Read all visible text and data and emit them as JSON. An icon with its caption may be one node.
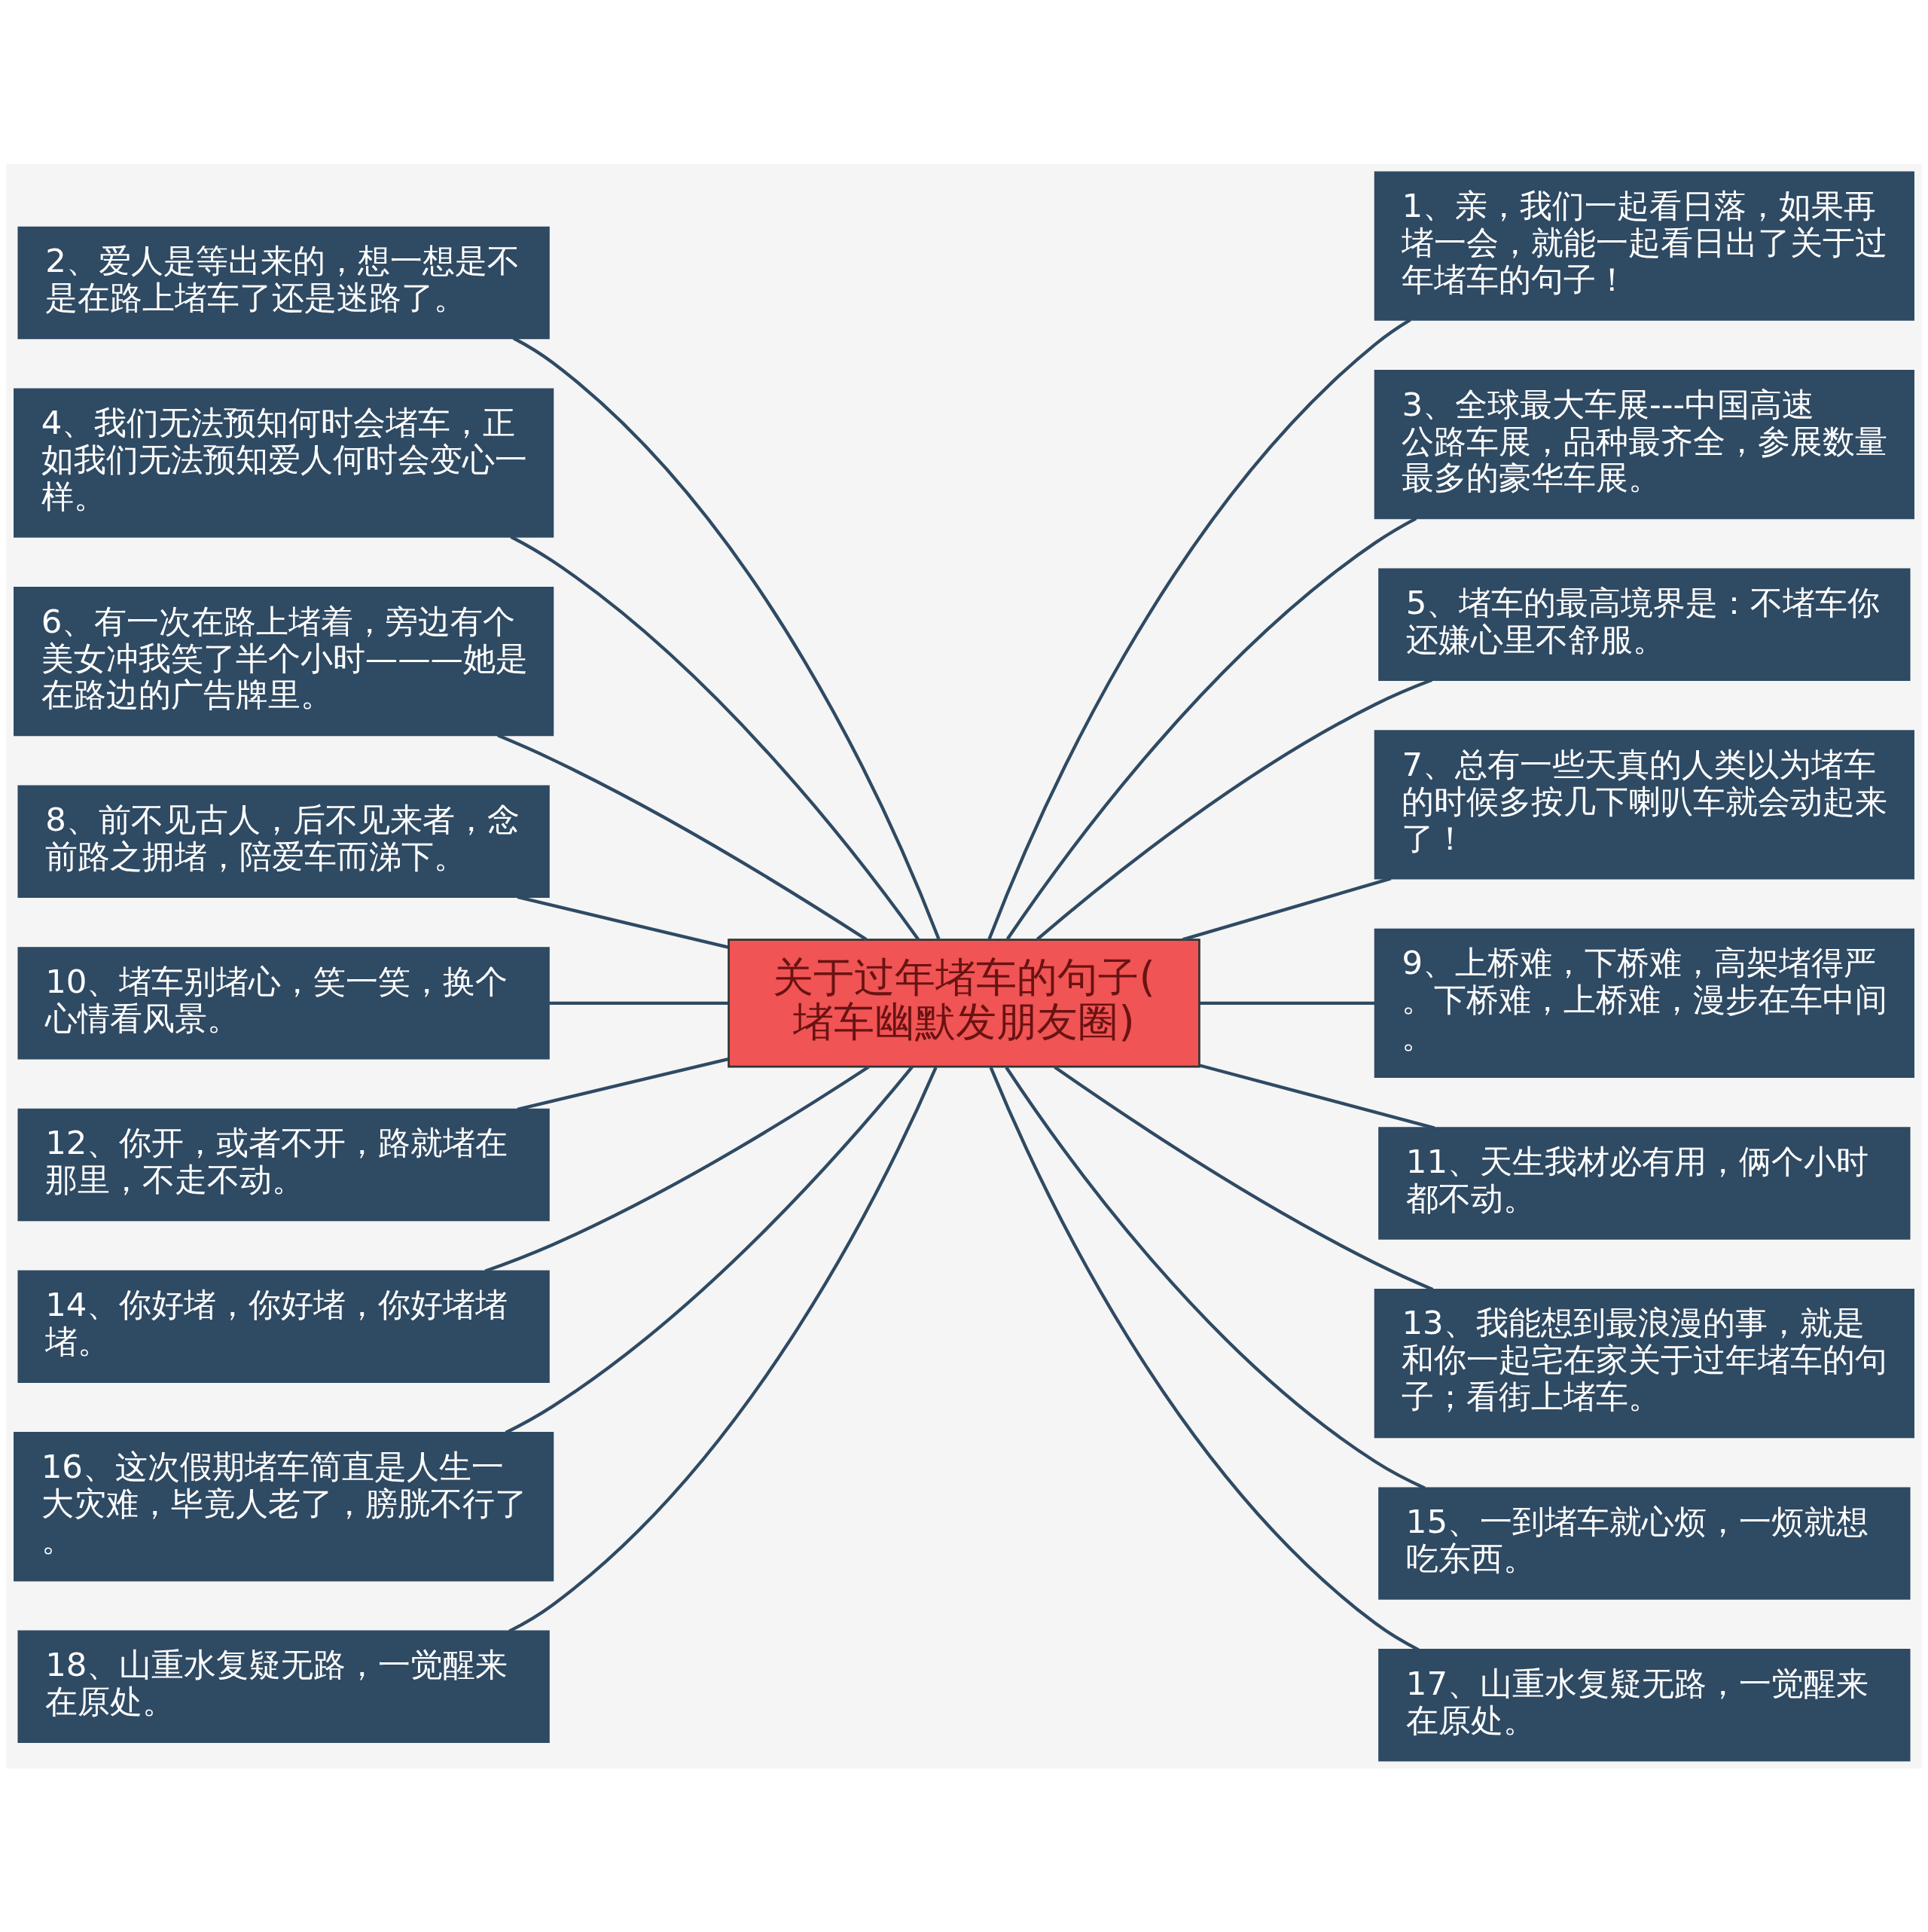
{
  "diagram": {
    "nodes": [
      {
        "text": [
          "关于过年堵车的句子(堵车幽默发朋友圈)"
        ]
      },
      {
        "text": [
          "1、亲，我们一起看日落，如果再堵一会，就能一起看日出了关于过年堵车的句子！"
        ]
      },
      {
        "text": [
          "2、爱人是等出来的，想一想是不是在路上堵车了还是迷路了。"
        ]
      },
      {
        "text": [
          "3、全球最大车展---中国高速公路车展，品种最齐全，参展数量最多的豪华车展。"
        ]
      },
      {
        "text": [
          "4、我们无法预知何时会堵车，正如我们无法预知爱人何时会变心一样。"
        ]
      },
      {
        "text": [
          "5、堵车的最高境界是：不堵车你还嫌心里不舒服。"
        ]
      },
      {
        "text": [
          "6、有一次在路上堵着，旁边有个美女冲我笑了半个小时———她是在路边的广告牌里。"
        ]
      },
      {
        "text": [
          "7、总有一些天真的人类以为堵车的时候多按几下喇叭车就会动起来了！"
        ]
      },
      {
        "text": [
          "8、前不见古人，后不见来者，念前路之拥堵，陪爱车而涕下。"
        ]
      },
      {
        "text": [
          "9、上桥难，下桥难，高架堵得严。下桥难，上桥难，漫步在车中间。"
        ]
      },
      {
        "text": [
          "10、堵车别堵心，笑一笑，换个心情看风景。"
        ]
      },
      {
        "text": [
          "11、天生我材必有用，俩个小时都不动。"
        ]
      },
      {
        "text": [
          "12、你开，或者不开，路就堵在那里，不走不动。"
        ]
      },
      {
        "text": [
          "13、我能想到最浪漫的事，就是和你一起宅在家关于过年堵车的句子；看街上堵车。"
        ]
      },
      {
        "text": [
          "14、你好堵，你好堵，你好堵堵堵。"
        ]
      },
      {
        "text": [
          "15、一到堵车就心烦，一烦就想吃东西。"
        ]
      },
      {
        "text": [
          "16、这次假期堵车简直是人生一大灾难，毕竟人老了，膀胱不行了。"
        ]
      },
      {
        "text": [
          "17、山重水复疑无路，一觉醒来在原处。"
        ]
      },
      {
        "text": [
          "18、山重水复疑无路，一觉醒来在原处。"
        ]
      }
    ],
    "edges": [
      {
        "from": 0,
        "to": 1,
        "arrow": "none"
      },
      {
        "from": 0,
        "to": 2,
        "arrow": "none"
      },
      {
        "from": 0,
        "to": 3,
        "arrow": "none"
      },
      {
        "from": 0,
        "to": 4,
        "arrow": "none"
      },
      {
        "from": 0,
        "to": 5,
        "arrow": "none"
      },
      {
        "from": 0,
        "to": 6,
        "arrow": "none"
      },
      {
        "from": 0,
        "to": 7,
        "arrow": "none"
      },
      {
        "from": 0,
        "to": 8,
        "arrow": "none"
      },
      {
        "from": 0,
        "to": 9,
        "arrow": "none"
      },
      {
        "from": 0,
        "to": 10,
        "arrow": "none"
      },
      {
        "from": 0,
        "to": 11,
        "arrow": "none"
      },
      {
        "from": 0,
        "to": 12,
        "arrow": "none"
      },
      {
        "from": 0,
        "to": 13,
        "arrow": "none"
      },
      {
        "from": 0,
        "to": 14,
        "arrow": "none"
      },
      {
        "from": 0,
        "to": 15,
        "arrow": "none"
      },
      {
        "from": 0,
        "to": 16,
        "arrow": "none"
      },
      {
        "from": 0,
        "to": 17,
        "arrow": "none"
      },
      {
        "from": 0,
        "to": 18,
        "arrow": "none"
      }
    ]
  }
}
